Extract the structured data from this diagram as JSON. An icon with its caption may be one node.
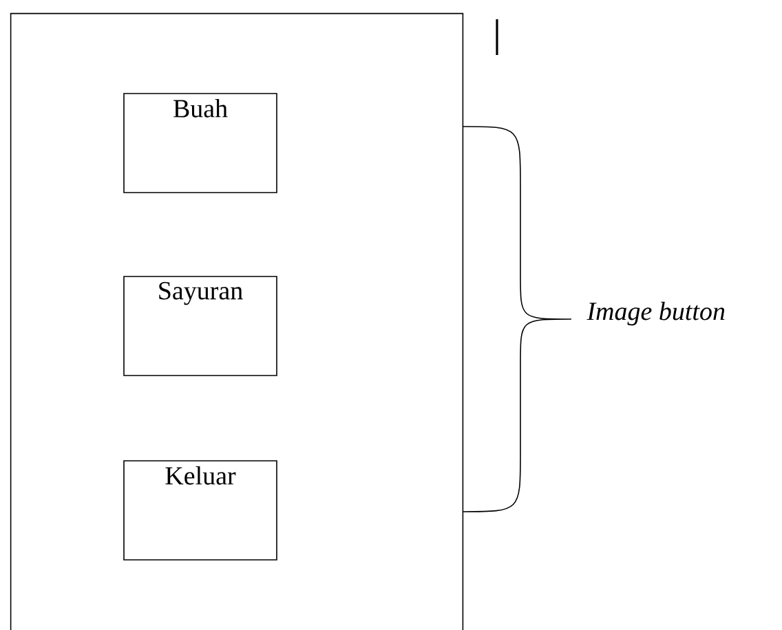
{
  "diagram": {
    "nodes": [
      {
        "text": [],
        "shape": "box"
      },
      {
        "text": [
          "Buah"
        ],
        "in": 0
      },
      {
        "text": [
          "Sayuran"
        ],
        "in": 0
      },
      {
        "text": [
          "Keluar"
        ],
        "in": 0
      }
    ],
    "labels": [
      "Image button"
    ]
  }
}
